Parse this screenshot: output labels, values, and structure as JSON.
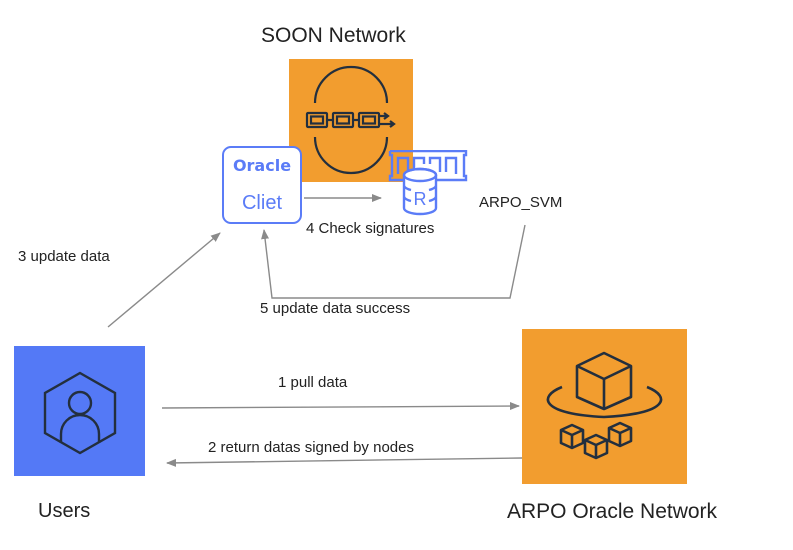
{
  "nodes": {
    "soon": {
      "label": "SOON Network",
      "icon": "blockchain-icon"
    },
    "oracle_client": {
      "line1": "Oracle",
      "line2": "Cliet",
      "icon": "oracle-client-icon"
    },
    "arpo_svm": {
      "label": "ARPO_SVM",
      "icon": "database-memory-icon"
    },
    "users": {
      "label": "Users",
      "icon": "user-hexagon-icon"
    },
    "arpo_oracle": {
      "label": "ARPO Oracle Network",
      "icon": "cube-nodes-icon"
    }
  },
  "edges": [
    {
      "id": "e1",
      "label": "1 pull data",
      "from": "users",
      "to": "arpo_oracle"
    },
    {
      "id": "e2",
      "label": "2 return datas signed by nodes",
      "from": "arpo_oracle",
      "to": "users"
    },
    {
      "id": "e3",
      "label": "3 update data",
      "from": "users",
      "to": "oracle_client"
    },
    {
      "id": "e4",
      "label": "4 Check signatures",
      "from": "oracle_client",
      "to": "arpo_svm"
    },
    {
      "id": "e5",
      "label": "5 update data success",
      "from": "arpo_svm",
      "to": "oracle_client"
    }
  ],
  "colors": {
    "orange": "#f29d2f",
    "blue": "#5479f6",
    "icon_dark": "#232f3e",
    "edge": "#8a8a8a",
    "accent_blue": "#5b7cf7"
  }
}
